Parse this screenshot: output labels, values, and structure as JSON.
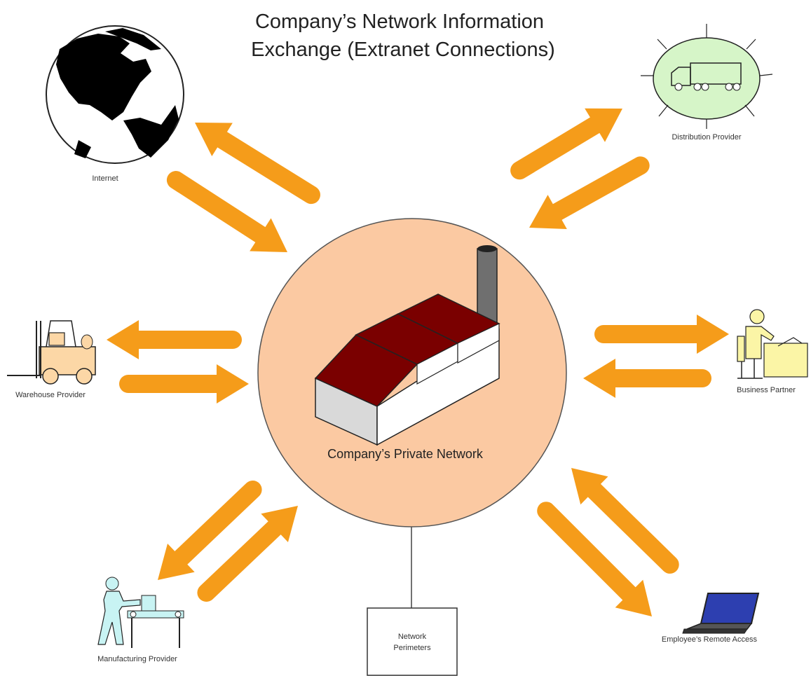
{
  "title": {
    "line1": "Company’s Network Information",
    "line2": "Exchange (Extranet Connections)"
  },
  "center": {
    "label": "Company’s Private Network"
  },
  "nodes": {
    "internet": "Internet",
    "distribution": "Distribution Provider",
    "warehouse": "Warehouse Provider",
    "business_partner": "Business Partner",
    "manufacturing": "Manufacturing Provider",
    "remote_access": "Employee’s Remote Access",
    "perimeter_line1": "Network",
    "perimeter_line2": "Perimeters"
  },
  "colors": {
    "arrow": "#f59c1a",
    "center_fill": "#fbc9a2",
    "roof": "#7a0000",
    "truck_ellipse": "#d6f5c8",
    "partner_fill": "#fbf5a6",
    "worker_fill": "#c8f3f3",
    "forklift_fill": "#fcd7a6",
    "laptop_screen": "#2d3fb0"
  }
}
